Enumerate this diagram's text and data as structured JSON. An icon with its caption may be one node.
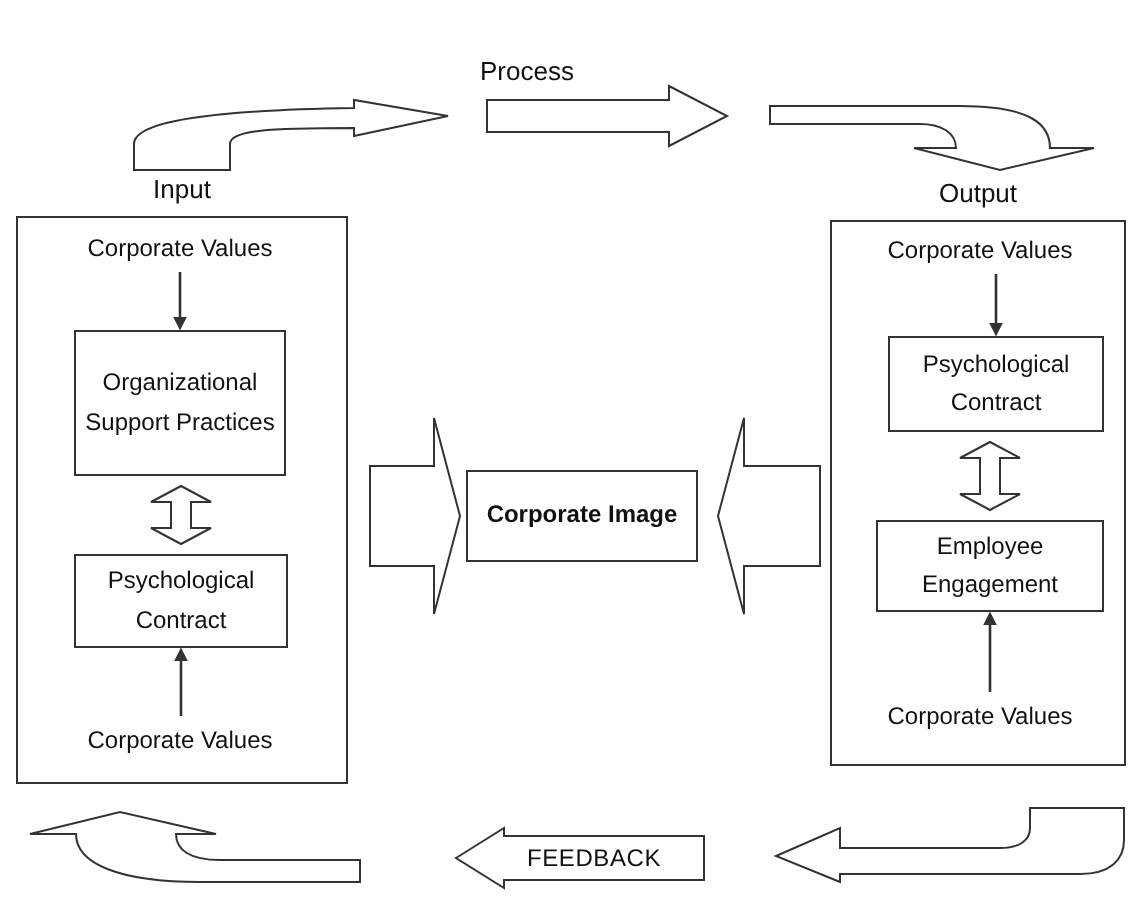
{
  "diagram": {
    "nodes": [
      {
        "text": [
          "Input"
        ]
      },
      {
        "text": [
          "Corporate Values"
        ],
        "in": 0
      },
      {
        "text": [
          "Organizational Support Practices"
        ],
        "in": 0
      },
      {
        "text": [
          "Psychological Contract"
        ],
        "in": 0
      },
      {
        "text": [
          "Corporate Values"
        ],
        "in": 0
      },
      {
        "text": [
          "Corporate Image"
        ]
      },
      {
        "text": [
          "Output"
        ]
      },
      {
        "text": [
          "Corporate Values"
        ],
        "in": 6
      },
      {
        "text": [
          "Psychological Contract"
        ],
        "in": 6
      },
      {
        "text": [
          "Employee Engagement"
        ],
        "in": 6
      },
      {
        "text": [
          "Corporate Values"
        ],
        "in": 6
      },
      {
        "text": [
          "FEEDBACK"
        ]
      }
    ],
    "edges": [
      {
        "from": 0,
        "to": 6,
        "arrow": "to",
        "label": "Process",
        "style": "thick"
      },
      {
        "from": 1,
        "to": 2,
        "arrow": "to"
      },
      {
        "from": 2,
        "to": 3,
        "arrow": "both",
        "style": "thick"
      },
      {
        "from": 4,
        "to": 3,
        "arrow": "to"
      },
      {
        "from": 0,
        "to": 5,
        "arrow": "to",
        "style": "thick"
      },
      {
        "from": 6,
        "to": 5,
        "arrow": "to",
        "style": "thick"
      },
      {
        "from": 7,
        "to": 8,
        "arrow": "to"
      },
      {
        "from": 8,
        "to": 9,
        "arrow": "both",
        "style": "thick"
      },
      {
        "from": 10,
        "to": 9,
        "arrow": "to"
      },
      {
        "from": 6,
        "to": 11,
        "arrow": "to",
        "style": "thick"
      },
      {
        "from": 11,
        "to": 0,
        "arrow": "to",
        "style": "thick"
      }
    ]
  }
}
